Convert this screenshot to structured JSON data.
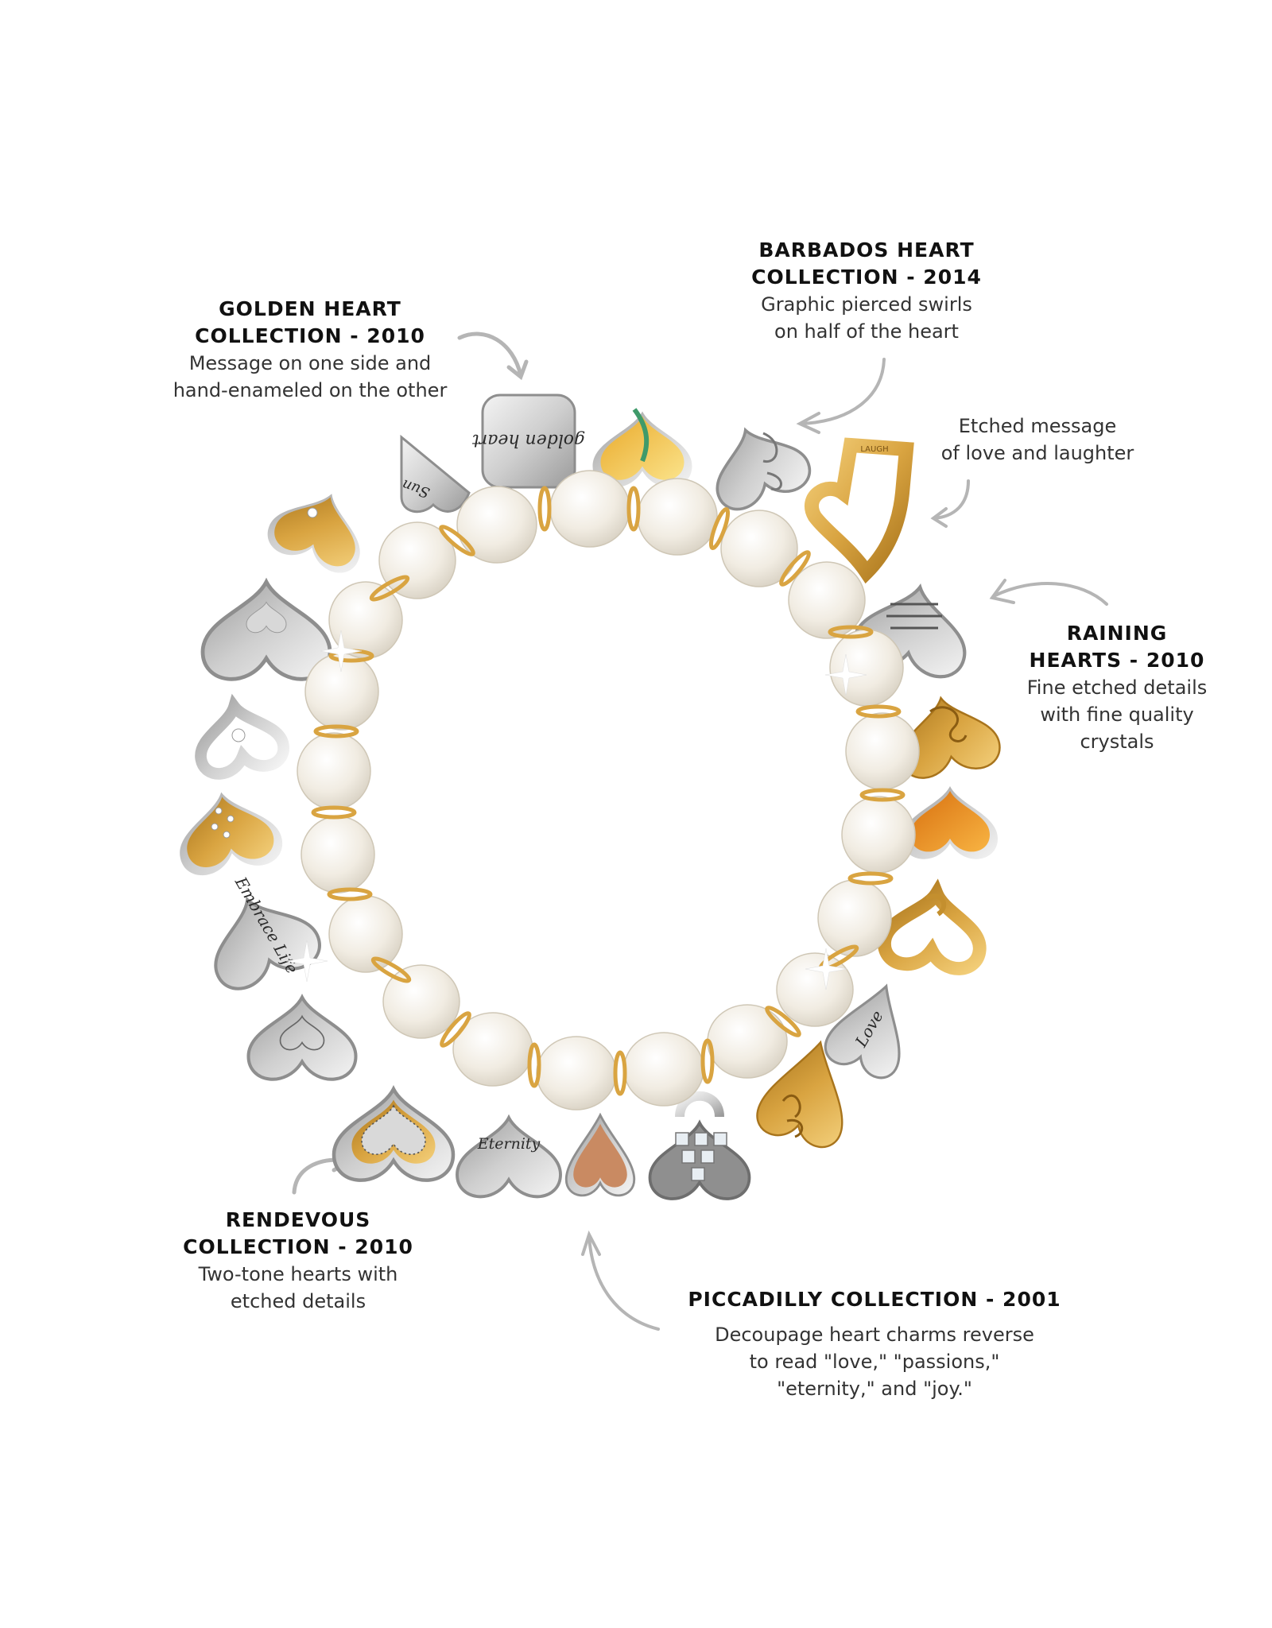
{
  "callouts": [
    {
      "id": "golden-heart",
      "title": "GOLDEN HEART\nCOLLECTION - 2010",
      "desc": "Message on one side and\nhand-enameled on the other"
    },
    {
      "id": "barbados-heart",
      "title": "BARBADOS HEART\nCOLLECTION - 2014",
      "desc": "Graphic pierced swirls\non half of the heart"
    },
    {
      "id": "etched-message",
      "title": "",
      "desc": "Etched message\nof love and laughter"
    },
    {
      "id": "raining-hearts",
      "title": "RAINING\nHEARTS - 2010",
      "desc": "Fine etched details\nwith fine quality\ncrystals"
    },
    {
      "id": "rendevous",
      "title": "RENDEVOUS\nCOLLECTION - 2010",
      "desc": "Two-tone hearts with\netched details"
    },
    {
      "id": "piccadilly",
      "title": "PICCADILLY COLLECTION - 2001",
      "desc": "Decoupage heart charms reverse\nto read \"love,\" \"passions,\"\n\"eternity,\" and \"joy.\""
    }
  ],
  "charm_engravings": {
    "golden_heart_tag": "golden heart",
    "sun": "Sun",
    "embrace_life": "Embrace Life",
    "eternity": "Eternity",
    "love": "Love",
    "laugh": "LAUGH"
  },
  "colors": {
    "silver": "#c9c9c9",
    "silver_dark": "#8e8e8e",
    "gold": "#d9a441",
    "gold_dark": "#b07d22",
    "pearl": "#f3efe6",
    "arrow": "#b5b5b5",
    "enamel_yellow": "#f2c23a",
    "enamel_orange": "#e88a1c",
    "enamel_copper": "#c98a62"
  }
}
